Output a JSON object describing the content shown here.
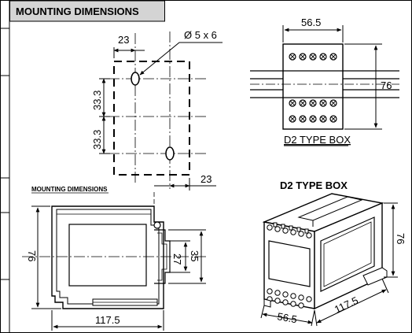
{
  "header": {
    "title": "MOUNTING DIMENSIONS"
  },
  "hole_pattern": {
    "hole_callout": "Ø 5 x 6",
    "offset_top": "23",
    "offset_bottom": "23",
    "pitch_upper": "33.3",
    "pitch_lower": "33.3"
  },
  "din_rail_view": {
    "width": "56.5",
    "height": "76",
    "caption": "D2 TYPE BOX"
  },
  "side_view": {
    "label": "MOUNTING DIMENSIONS",
    "height": "76",
    "depth": "117.5",
    "rail_inner": "27",
    "rail_outer": "35"
  },
  "iso_view": {
    "title": "D2 TYPE BOX",
    "height": "76",
    "width": "56.5",
    "depth": "117.5"
  },
  "colors": {
    "header_bg": "#d4d4d4",
    "line": "#000000"
  }
}
